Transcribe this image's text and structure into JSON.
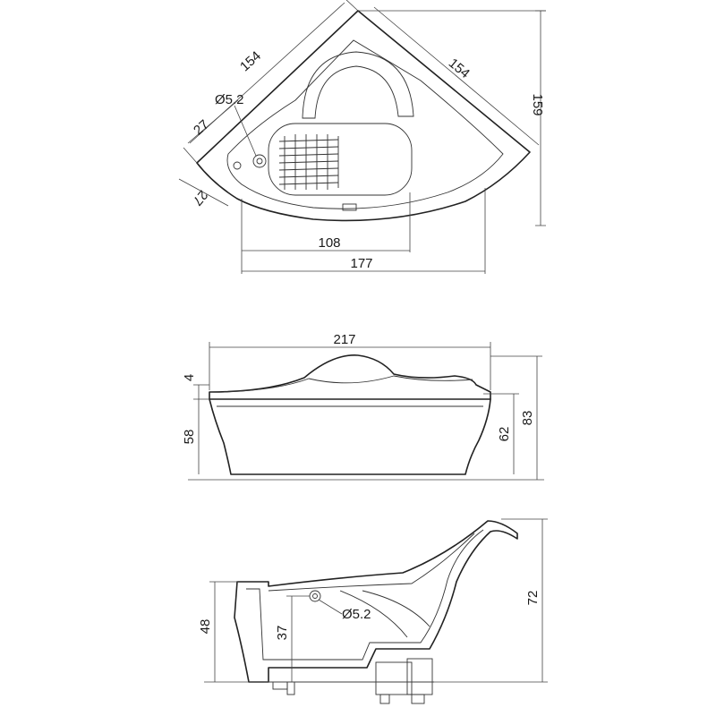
{
  "top_view": {
    "edge_left": "154",
    "edge_right": "154",
    "depth": "159",
    "drain_dia": "Ø5.2",
    "offset_a": "27",
    "offset_b": "27",
    "inner_width": "108",
    "outer_width": "177"
  },
  "front_view": {
    "width": "217",
    "rim": "4",
    "apron": "58",
    "height_mid": "62",
    "height_total": "83"
  },
  "section_view": {
    "height_total": "72",
    "side": "48",
    "drain_height": "37",
    "drain_dia": "Ø5.2"
  }
}
